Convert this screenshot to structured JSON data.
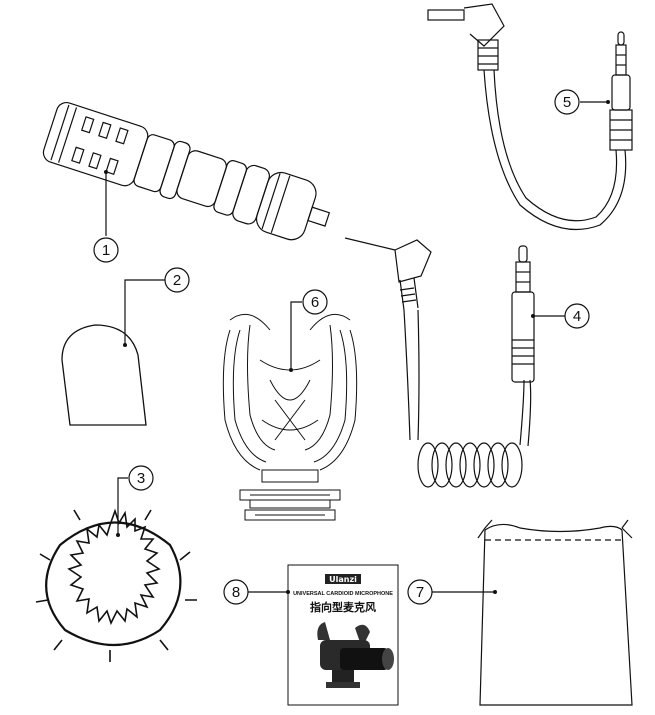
{
  "callouts": {
    "c1": "1",
    "c2": "2",
    "c3": "3",
    "c4": "4",
    "c5": "5",
    "c6": "6",
    "c7": "7",
    "c8": "8"
  },
  "manual": {
    "brand": "Ulanzi",
    "subtitle": "UNIVERSAL CARDIOID MICROPHONE",
    "title_cn": "指向型麦克风"
  },
  "colors": {
    "line": "#111111",
    "background": "#ffffff"
  }
}
